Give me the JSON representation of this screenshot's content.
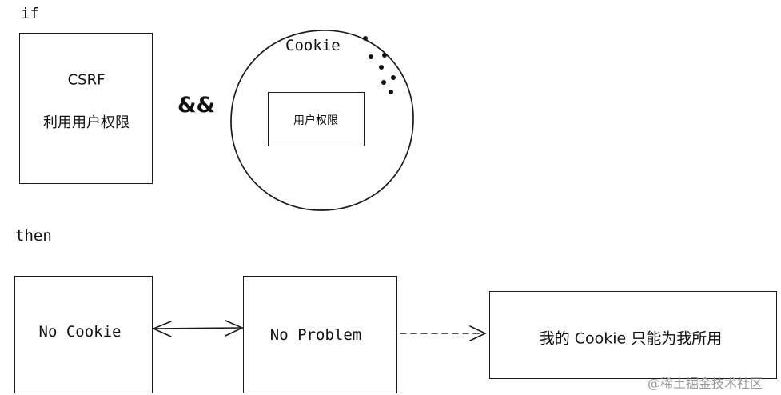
{
  "top": {
    "if_label": "if",
    "csrf_title": "CSRF",
    "csrf_subtitle": "利用用户权限",
    "and_symbol": "&&",
    "cookie_title": "Cookie",
    "inner_label": "用户权限"
  },
  "bottom": {
    "then_label": "then",
    "no_cookie_label": "No Cookie",
    "no_problem_label": "No Problem",
    "own_cookie_label": "我的 Cookie 只能为我所用"
  },
  "watermark": "@稀土掘金技术社区",
  "colors": {
    "stroke": "#1a1a1a",
    "text": "#111111",
    "watermark": "#9a9a9a"
  }
}
